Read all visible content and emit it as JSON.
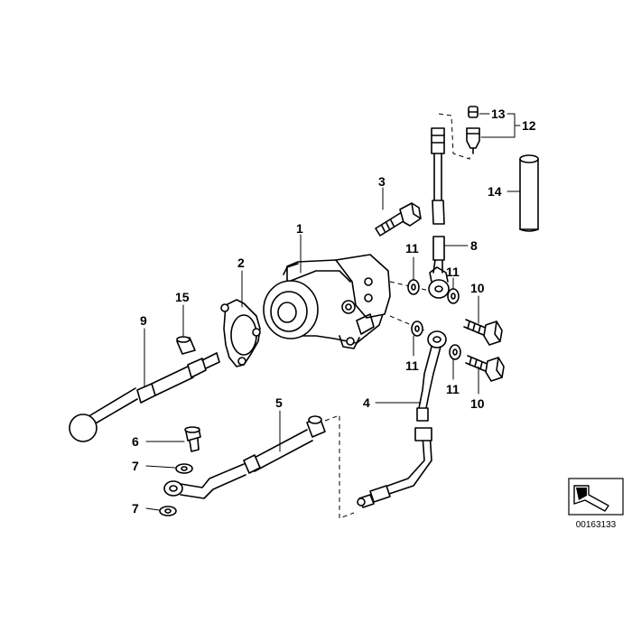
{
  "labels": {
    "p1": "1",
    "p2": "2",
    "p3": "3",
    "p4": "4",
    "p5": "5",
    "p6": "6",
    "p7a": "7",
    "p7b": "7",
    "p8": "8",
    "p9": "9",
    "p10a": "10",
    "p10b": "10",
    "p11a": "11",
    "p11b": "11",
    "p11c": "11",
    "p11d": "11",
    "p12": "12",
    "p13": "13",
    "p14": "14",
    "p15": "15"
  },
  "reference_number": "00163133",
  "icons": {
    "reference_box": "diagonal-arrow-icon"
  }
}
